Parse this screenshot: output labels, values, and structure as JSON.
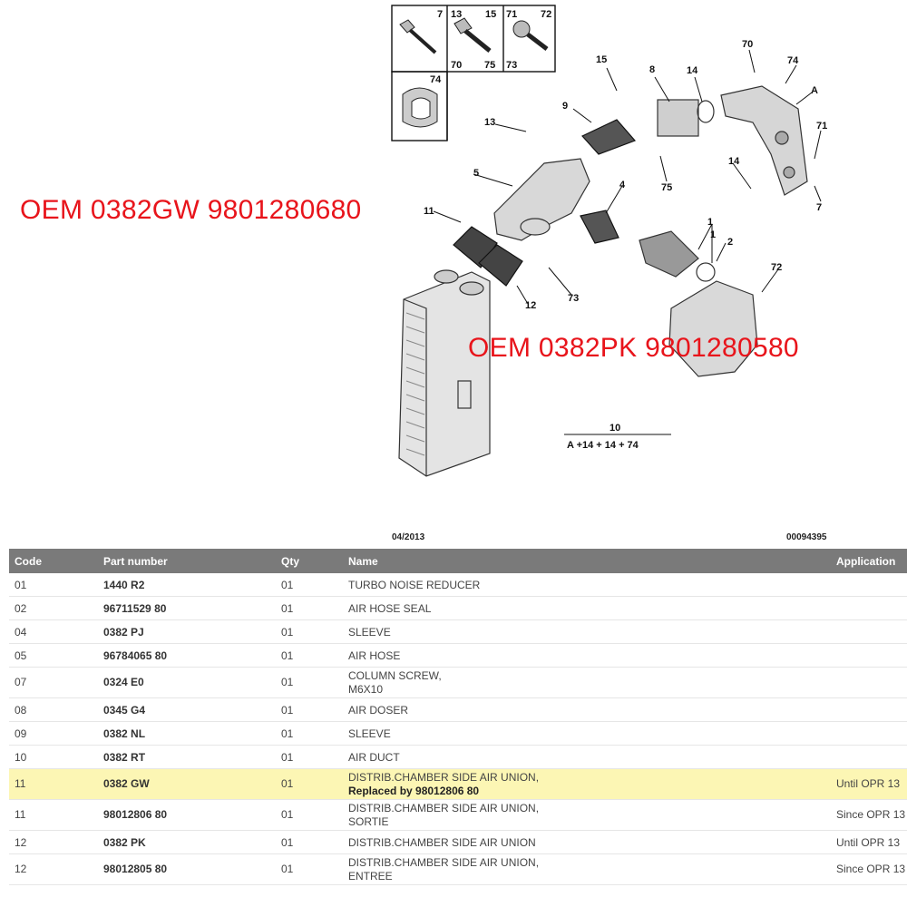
{
  "diagram": {
    "callouts": [
      "1",
      "1",
      "2",
      "4",
      "5",
      "7",
      "8",
      "9",
      "10",
      "11",
      "12",
      "13",
      "14",
      "14",
      "15",
      "70",
      "71",
      "72",
      "73",
      "74",
      "75",
      "A"
    ],
    "kit_box": {
      "labels": [
        "7",
        "13",
        "15",
        "71",
        "72",
        "70",
        "75",
        "73",
        "74"
      ]
    },
    "kit_formula": "A +14 + 14 + 74",
    "kit_number": "10",
    "date": "04/2013",
    "ref": "00094395"
  },
  "overlays": {
    "oem_left": "OEM 0382GW 9801280680",
    "oem_right": "OEM 0382PK 9801280580"
  },
  "table": {
    "headers": [
      "Code",
      "Part number",
      "Qty",
      "Name",
      "Application"
    ],
    "rows": [
      {
        "code": "01",
        "part": "1440 R2",
        "qty": "01",
        "name": "TURBO NOISE REDUCER",
        "name2": "",
        "app": "",
        "tall": false,
        "hl": false
      },
      {
        "code": "02",
        "part": "96711529 80",
        "qty": "01",
        "name": "AIR HOSE SEAL",
        "name2": "",
        "app": "",
        "tall": false,
        "hl": false
      },
      {
        "code": "04",
        "part": "0382 PJ",
        "qty": "01",
        "name": "SLEEVE",
        "name2": "",
        "app": "",
        "tall": false,
        "hl": false
      },
      {
        "code": "05",
        "part": "96784065 80",
        "qty": "01",
        "name": "AIR HOSE",
        "name2": "",
        "app": "",
        "tall": false,
        "hl": false
      },
      {
        "code": "07",
        "part": "0324 E0",
        "qty": "01",
        "name": "COLUMN SCREW,",
        "name2": "M6X10",
        "app": "",
        "tall": true,
        "hl": false
      },
      {
        "code": "08",
        "part": "0345 G4",
        "qty": "01",
        "name": "AIR DOSER",
        "name2": "",
        "app": "",
        "tall": false,
        "hl": false
      },
      {
        "code": "09",
        "part": "0382 NL",
        "qty": "01",
        "name": "SLEEVE",
        "name2": "",
        "app": "",
        "tall": false,
        "hl": false
      },
      {
        "code": "10",
        "part": "0382 RT",
        "qty": "01",
        "name": "AIR DUCT",
        "name2": "",
        "app": "",
        "tall": false,
        "hl": false
      },
      {
        "code": "11",
        "part": "0382 GW",
        "qty": "01",
        "name": "DISTRIB.CHAMBER SIDE AIR UNION,",
        "name2": "Replaced by 98012806 80",
        "app": "Until OPR 13",
        "tall": true,
        "hl": true
      },
      {
        "code": "11",
        "part": "98012806 80",
        "qty": "01",
        "name": "DISTRIB.CHAMBER SIDE AIR UNION,",
        "name2": "SORTIE",
        "app": "Since OPR 13",
        "tall": true,
        "hl": false
      },
      {
        "code": "12",
        "part": "0382 PK",
        "qty": "01",
        "name": "DISTRIB.CHAMBER SIDE AIR UNION",
        "name2": "",
        "app": "Until OPR 13",
        "tall": false,
        "hl": false
      },
      {
        "code": "12",
        "part": "98012805 80",
        "qty": "01",
        "name": "DISTRIB.CHAMBER SIDE AIR UNION,",
        "name2": "ENTREE",
        "app": "Since OPR 13",
        "tall": true,
        "hl": false
      }
    ]
  }
}
